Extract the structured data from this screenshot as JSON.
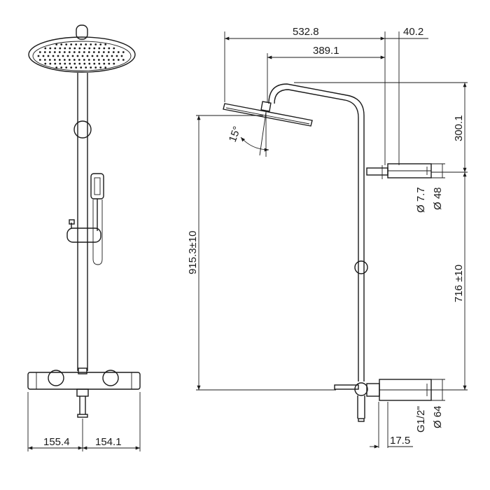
{
  "front_view": {
    "dim_left": "155.4",
    "dim_right": "154.1"
  },
  "side_view": {
    "dim_arm_total": "532.8",
    "dim_arm_head": "389.1",
    "dim_bracket": "40.2",
    "dim_head_drop": "300.1",
    "dim_angle": "15°",
    "dim_total_height": "915.3±10",
    "dim_mid_height": "716 ±10",
    "dim_pipe_dia": "Ø 7.7",
    "dim_bracket_dia": "Ø 48",
    "dim_thread": "G1/2\"",
    "dim_valve_dia": "Ø 64",
    "dim_offset": "17.5"
  }
}
